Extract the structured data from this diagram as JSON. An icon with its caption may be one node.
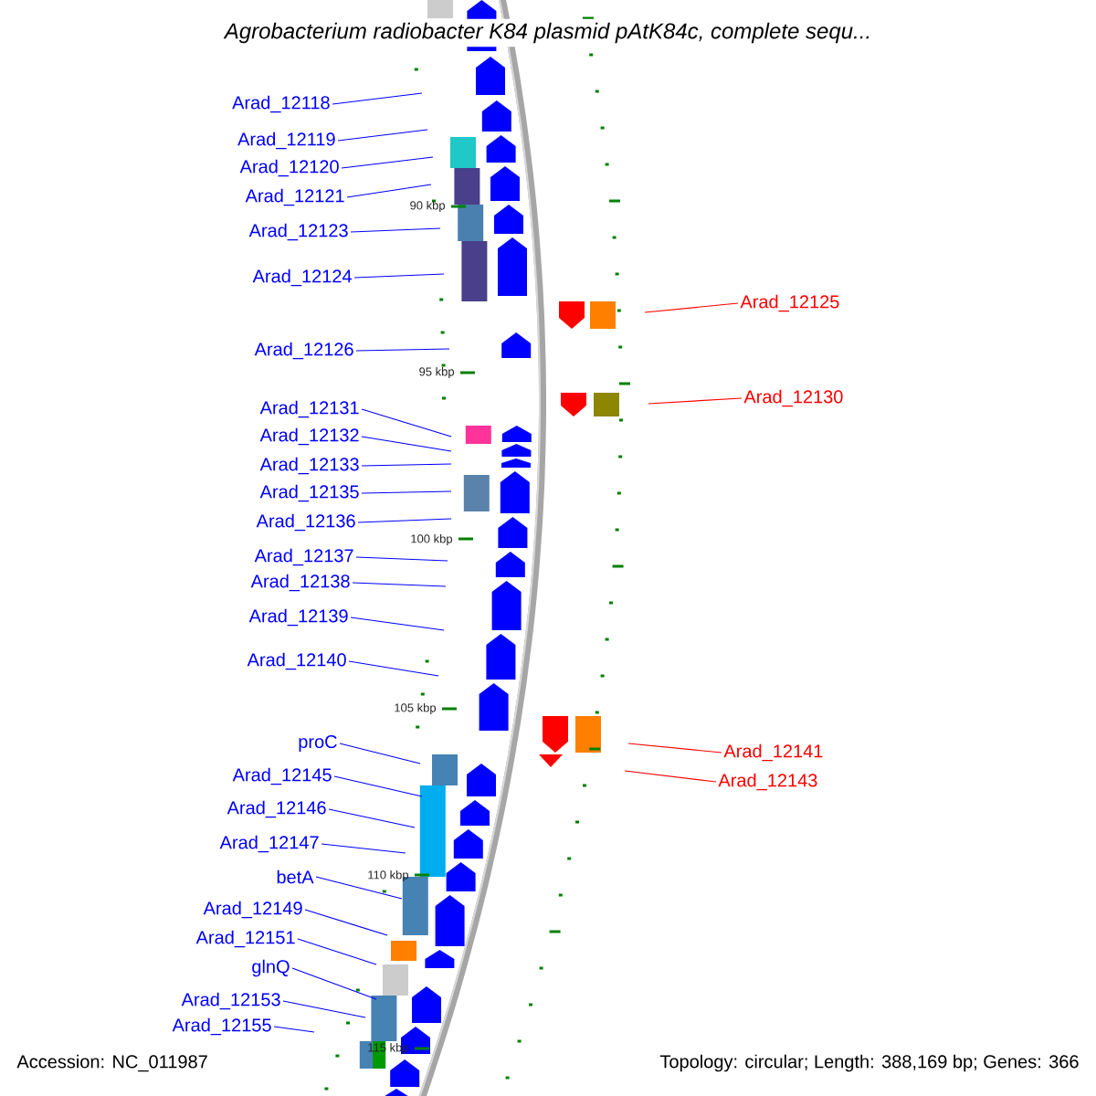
{
  "diagram": {
    "title": "Agrobacterium radiobacter K84 plasmid pAtK84c, complete sequ...",
    "nodes": [
      {
        "text": [
          "Arad_12118"
        ]
      },
      {
        "text": [
          "Arad_12119"
        ]
      },
      {
        "text": [
          "Arad_12120"
        ]
      },
      {
        "text": [
          "Arad_12121"
        ]
      },
      {
        "text": [
          "Arad_12123"
        ]
      },
      {
        "text": [
          "Arad_12124"
        ]
      },
      {
        "text": [
          "Arad_12125"
        ]
      },
      {
        "text": [
          "Arad_12126"
        ]
      },
      {
        "text": [
          "Arad_12130"
        ]
      },
      {
        "text": [
          "Arad_12131"
        ]
      },
      {
        "text": [
          "Arad_12132"
        ]
      },
      {
        "text": [
          "Arad_12133"
        ]
      },
      {
        "text": [
          "Arad_12135"
        ]
      },
      {
        "text": [
          "Arad_12136"
        ]
      },
      {
        "text": [
          "Arad_12137"
        ]
      },
      {
        "text": [
          "Arad_12138"
        ]
      },
      {
        "text": [
          "Arad_12139"
        ]
      },
      {
        "text": [
          "Arad_12140"
        ]
      },
      {
        "text": [
          "proC"
        ]
      },
      {
        "text": [
          "Arad_12141"
        ]
      },
      {
        "text": [
          "Arad_12145"
        ]
      },
      {
        "text": [
          "Arad_12143"
        ]
      },
      {
        "text": [
          "Arad_12146"
        ]
      },
      {
        "text": [
          "Arad_12147"
        ]
      },
      {
        "text": [
          "betA"
        ]
      },
      {
        "text": [
          "Arad_12149"
        ]
      },
      {
        "text": [
          "Arad_12151"
        ]
      },
      {
        "text": [
          "glnQ"
        ]
      },
      {
        "text": [
          "Arad_12153"
        ]
      },
      {
        "text": [
          "Arad_12155"
        ]
      }
    ],
    "edges": [
      {
        "from": 0,
        "to": null,
        "arrow": "none"
      },
      {
        "from": 1,
        "to": null,
        "arrow": "none"
      },
      {
        "from": 2,
        "to": null,
        "arrow": "none"
      },
      {
        "from": 3,
        "to": null,
        "arrow": "none"
      },
      {
        "from": 4,
        "to": null,
        "arrow": "none"
      },
      {
        "from": 5,
        "to": null,
        "arrow": "none"
      },
      {
        "from": 6,
        "to": null,
        "arrow": "none",
        "color": "#ff0000"
      },
      {
        "from": 7,
        "to": null,
        "arrow": "none"
      },
      {
        "from": 8,
        "to": null,
        "arrow": "none",
        "color": "#ff0000"
      },
      {
        "from": 9,
        "to": null,
        "arrow": "none"
      },
      {
        "from": 10,
        "to": null,
        "arrow": "none"
      },
      {
        "from": 11,
        "to": null,
        "arrow": "none"
      },
      {
        "from": 12,
        "to": null,
        "arrow": "none"
      },
      {
        "from": 13,
        "to": null,
        "arrow": "none"
      },
      {
        "from": 14,
        "to": null,
        "arrow": "none"
      },
      {
        "from": 15,
        "to": null,
        "arrow": "none"
      },
      {
        "from": 16,
        "to": null,
        "arrow": "none"
      },
      {
        "from": 17,
        "to": null,
        "arrow": "none"
      },
      {
        "from": 18,
        "to": null,
        "arrow": "none"
      },
      {
        "from": 19,
        "to": null,
        "arrow": "none",
        "color": "#ff0000"
      },
      {
        "from": 20,
        "to": null,
        "arrow": "none"
      },
      {
        "from": 21,
        "to": null,
        "arrow": "none",
        "color": "#ff0000"
      },
      {
        "from": 22,
        "to": null,
        "arrow": "none"
      },
      {
        "from": 23,
        "to": null,
        "arrow": "none"
      },
      {
        "from": 24,
        "to": null,
        "arrow": "none"
      },
      {
        "from": 25,
        "to": null,
        "arrow": "none"
      },
      {
        "from": 26,
        "to": null,
        "arrow": "none"
      },
      {
        "from": 27,
        "to": null,
        "arrow": "none"
      },
      {
        "from": 28,
        "to": null,
        "arrow": "none"
      },
      {
        "from": 29,
        "to": null,
        "arrow": "none"
      }
    ],
    "labels": [
      "90 kbp",
      "95 kbp",
      "100 kbp",
      "105 kbp",
      "110 kbp",
      "115 kbp",
      "Accession: NC_011987",
      "Topology: circular; Length: 388,169 bp; Genes: 366"
    ]
  }
}
